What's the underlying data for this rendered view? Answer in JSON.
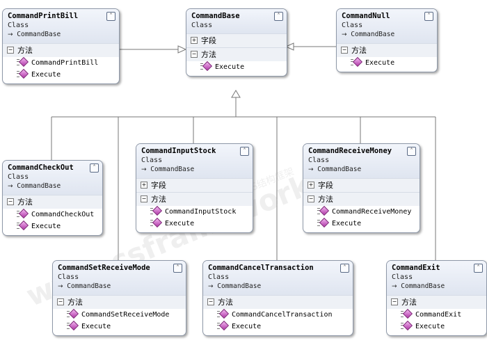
{
  "diagram": {
    "classes": [
      {
        "id": "CommandPrintBill",
        "name": "CommandPrintBill",
        "stereotype": "Class",
        "base": "CommandBase",
        "collapse_icon": "chevron-up-icon",
        "sections": [
          {
            "label": "方法",
            "expanded": true,
            "members": [
              "CommandPrintBill",
              "Execute"
            ]
          }
        ]
      },
      {
        "id": "CommandBase",
        "name": "CommandBase",
        "stereotype": "Class",
        "base": "",
        "collapse_icon": "chevron-up-icon",
        "sections": [
          {
            "label": "字段",
            "expanded": false,
            "members": []
          },
          {
            "label": "方法",
            "expanded": true,
            "members": [
              "Execute"
            ]
          }
        ]
      },
      {
        "id": "CommandNull",
        "name": "CommandNull",
        "stereotype": "Class",
        "base": "CommandBase",
        "collapse_icon": "chevron-up-icon",
        "sections": [
          {
            "label": "方法",
            "expanded": true,
            "members": [
              "Execute"
            ]
          }
        ]
      },
      {
        "id": "CommandCheckOut",
        "name": "CommandCheckOut",
        "stereotype": "Class",
        "base": "CommandBase",
        "collapse_icon": "chevron-up-icon",
        "sections": [
          {
            "label": "方法",
            "expanded": true,
            "members": [
              "CommandCheckOut",
              "Execute"
            ]
          }
        ]
      },
      {
        "id": "CommandInputStock",
        "name": "CommandInputStock",
        "stereotype": "Class",
        "base": "CommandBase",
        "collapse_icon": "chevron-up-icon",
        "sections": [
          {
            "label": "字段",
            "expanded": false,
            "members": []
          },
          {
            "label": "方法",
            "expanded": true,
            "members": [
              "CommandInputStock",
              "Execute"
            ]
          }
        ]
      },
      {
        "id": "CommandReceiveMoney",
        "name": "CommandReceiveMoney",
        "stereotype": "Class",
        "base": "CommandBase",
        "collapse_icon": "chevron-up-icon",
        "sections": [
          {
            "label": "字段",
            "expanded": false,
            "members": []
          },
          {
            "label": "方法",
            "expanded": true,
            "members": [
              "CommandReceiveMoney",
              "Execute"
            ]
          }
        ]
      },
      {
        "id": "CommandSetReceiveMode",
        "name": "CommandSetReceiveMode",
        "stereotype": "Class",
        "base": "CommandBase",
        "collapse_icon": "chevron-up-icon",
        "sections": [
          {
            "label": "方法",
            "expanded": true,
            "members": [
              "CommandSetReceiveMode",
              "Execute"
            ]
          }
        ]
      },
      {
        "id": "CommandCancelTransaction",
        "name": "CommandCancelTransaction",
        "stereotype": "Class",
        "base": "CommandBase",
        "collapse_icon": "chevron-up-icon",
        "sections": [
          {
            "label": "方法",
            "expanded": true,
            "members": [
              "CommandCancelTransaction",
              "Execute"
            ]
          }
        ]
      },
      {
        "id": "CommandExit",
        "name": "CommandExit",
        "stereotype": "Class",
        "base": "CommandBase",
        "collapse_icon": "chevron-up-icon",
        "sections": [
          {
            "label": "方法",
            "expanded": true,
            "members": [
              "CommandExit",
              "Execute"
            ]
          }
        ]
      }
    ],
    "watermark": {
      "main": "www.csframework.com",
      "sub": "C/S结构框架"
    },
    "colors": {
      "border": "#8e98a8",
      "header": "#dfe5f0",
      "section": "#eef1f6",
      "connector": "#777777",
      "method_icon": "#b13aa8"
    }
  }
}
